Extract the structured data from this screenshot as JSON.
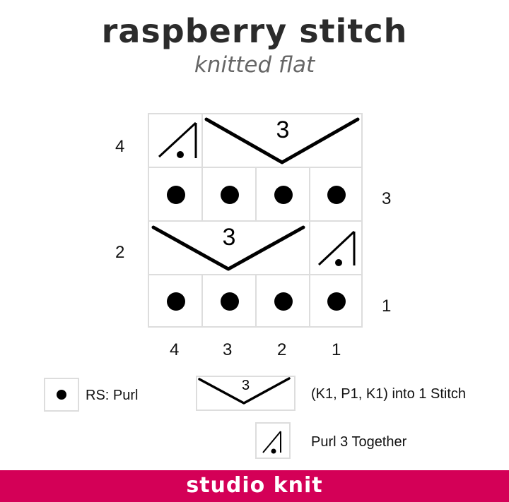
{
  "header": {
    "title": "raspberry stitch",
    "subtitle": "knitted flat"
  },
  "chart": {
    "rows": [
      {
        "row": 4,
        "label_side": "left",
        "cells": [
          {
            "span": 1,
            "symbol": "p3tog"
          },
          {
            "span": 3,
            "symbol": "k1p1k1-into-1",
            "number": "3"
          }
        ]
      },
      {
        "row": 3,
        "label_side": "right",
        "cells": [
          {
            "span": 1,
            "symbol": "purl"
          },
          {
            "span": 1,
            "symbol": "purl"
          },
          {
            "span": 1,
            "symbol": "purl"
          },
          {
            "span": 1,
            "symbol": "purl"
          }
        ]
      },
      {
        "row": 2,
        "label_side": "left",
        "cells": [
          {
            "span": 3,
            "symbol": "k1p1k1-into-1",
            "number": "3"
          },
          {
            "span": 1,
            "symbol": "p3tog"
          }
        ]
      },
      {
        "row": 1,
        "label_side": "right",
        "cells": [
          {
            "span": 1,
            "symbol": "purl"
          },
          {
            "span": 1,
            "symbol": "purl"
          },
          {
            "span": 1,
            "symbol": "purl"
          },
          {
            "span": 1,
            "symbol": "purl"
          }
        ]
      }
    ],
    "row_labels": {
      "r4": "4",
      "r3": "3",
      "r2": "2",
      "r1": "1"
    },
    "column_labels": [
      "4",
      "3",
      "2",
      "1"
    ],
    "inc_number": "3"
  },
  "legend": {
    "purl": {
      "symbol": "purl-dot",
      "label": "RS: Purl"
    },
    "increase": {
      "symbol": "k1p1k1-into-1",
      "number": "3",
      "label": "(K1, P1, K1) into 1 Stitch"
    },
    "p3tog": {
      "symbol": "p3tog",
      "label": "Purl 3 Together"
    }
  },
  "footer": {
    "brand": "studio knit",
    "color": "#d40057"
  }
}
